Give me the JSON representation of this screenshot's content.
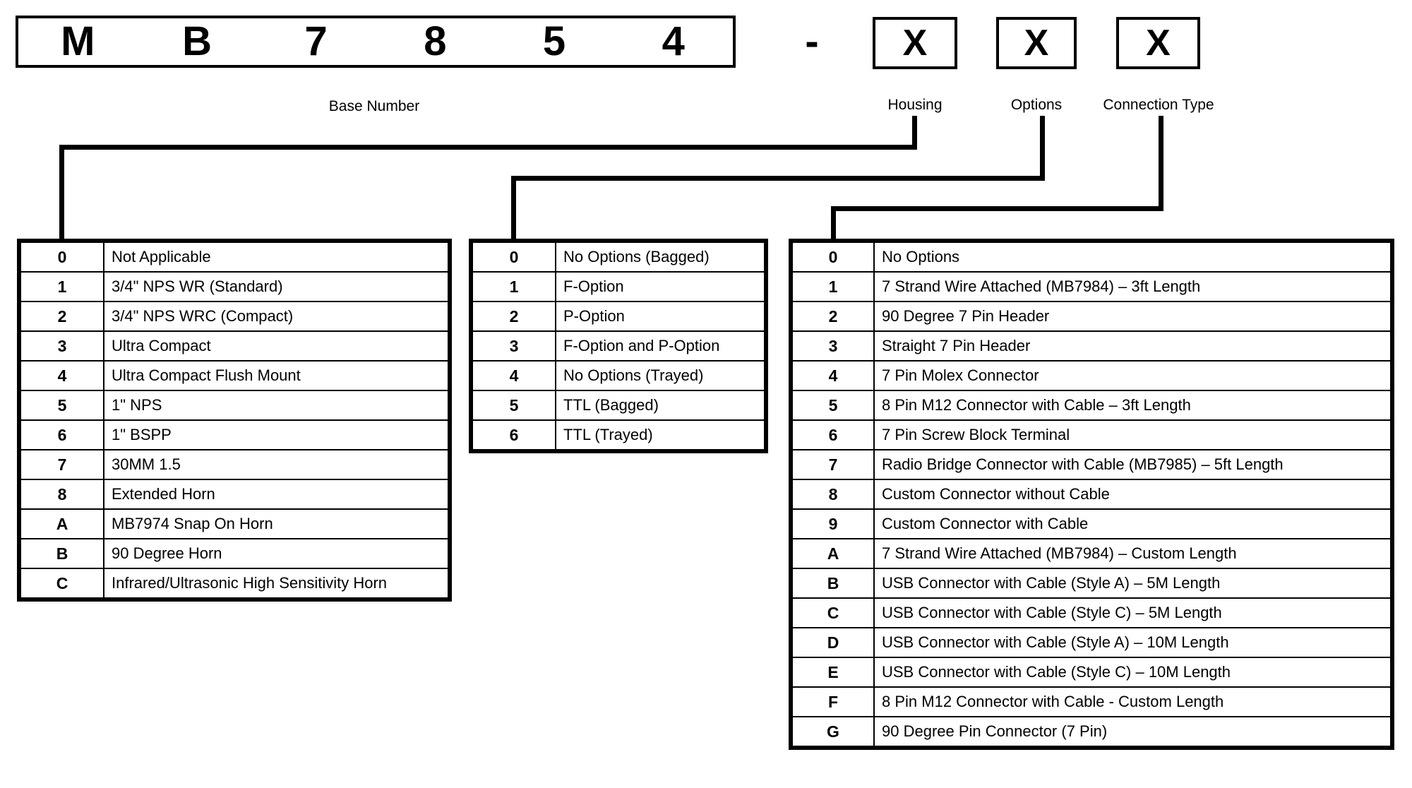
{
  "header": {
    "base_chars": [
      "M",
      "B",
      "7",
      "8",
      "5",
      "4"
    ],
    "separator": "-",
    "variant_boxes": [
      {
        "value": "X",
        "label": "Housing"
      },
      {
        "value": "X",
        "label": "Options"
      },
      {
        "value": "X",
        "label": "Connection Type"
      }
    ],
    "base_label": "Base Number"
  },
  "tables": [
    {
      "name": "housing",
      "rows": [
        {
          "code": "0",
          "desc": "Not Applicable"
        },
        {
          "code": "1",
          "desc": "3/4\" NPS WR (Standard)"
        },
        {
          "code": "2",
          "desc": "3/4\" NPS WRC (Compact)"
        },
        {
          "code": "3",
          "desc": "Ultra Compact"
        },
        {
          "code": "4",
          "desc": "Ultra Compact Flush Mount"
        },
        {
          "code": "5",
          "desc": "1\" NPS"
        },
        {
          "code": "6",
          "desc": "1\" BSPP"
        },
        {
          "code": "7",
          "desc": "30MM 1.5"
        },
        {
          "code": "8",
          "desc": "Extended Horn"
        },
        {
          "code": "A",
          "desc": "MB7974 Snap On Horn"
        },
        {
          "code": "B",
          "desc": "90 Degree Horn"
        },
        {
          "code": "C",
          "desc": "Infrared/Ultrasonic High Sensitivity Horn"
        }
      ]
    },
    {
      "name": "options",
      "rows": [
        {
          "code": "0",
          "desc": "No Options (Bagged)"
        },
        {
          "code": "1",
          "desc": "F-Option"
        },
        {
          "code": "2",
          "desc": "P-Option"
        },
        {
          "code": "3",
          "desc": "F-Option and P-Option"
        },
        {
          "code": "4",
          "desc": "No Options (Trayed)"
        },
        {
          "code": "5",
          "desc": "TTL (Bagged)"
        },
        {
          "code": "6",
          "desc": "TTL (Trayed)"
        }
      ]
    },
    {
      "name": "connection-type",
      "rows": [
        {
          "code": "0",
          "desc": "No Options"
        },
        {
          "code": "1",
          "desc": "7 Strand Wire Attached (MB7984) – 3ft Length"
        },
        {
          "code": "2",
          "desc": "90 Degree 7 Pin Header"
        },
        {
          "code": "3",
          "desc": "Straight 7 Pin Header"
        },
        {
          "code": "4",
          "desc": "7 Pin Molex Connector"
        },
        {
          "code": "5",
          "desc": "8 Pin M12 Connector with Cable – 3ft Length"
        },
        {
          "code": "6",
          "desc": "7 Pin Screw Block Terminal"
        },
        {
          "code": "7",
          "desc": "Radio Bridge Connector with Cable (MB7985) – 5ft Length"
        },
        {
          "code": "8",
          "desc": "Custom Connector without Cable"
        },
        {
          "code": "9",
          "desc": "Custom Connector with Cable"
        },
        {
          "code": "A",
          "desc": "7 Strand Wire Attached (MB7984) – Custom Length"
        },
        {
          "code": "B",
          "desc": "USB Connector with Cable (Style A) – 5M Length"
        },
        {
          "code": "C",
          "desc": "USB Connector with Cable (Style C) – 5M Length"
        },
        {
          "code": "D",
          "desc": "USB Connector with Cable (Style A) – 10M Length"
        },
        {
          "code": "E",
          "desc": "USB Connector with Cable (Style C) – 10M Length"
        },
        {
          "code": "F",
          "desc": "8 Pin M12 Connector with Cable - Custom Length"
        },
        {
          "code": "G",
          "desc": "90 Degree Pin Connector (7 Pin)"
        }
      ]
    }
  ],
  "colors": {
    "line": "#000000",
    "background": "#ffffff"
  }
}
